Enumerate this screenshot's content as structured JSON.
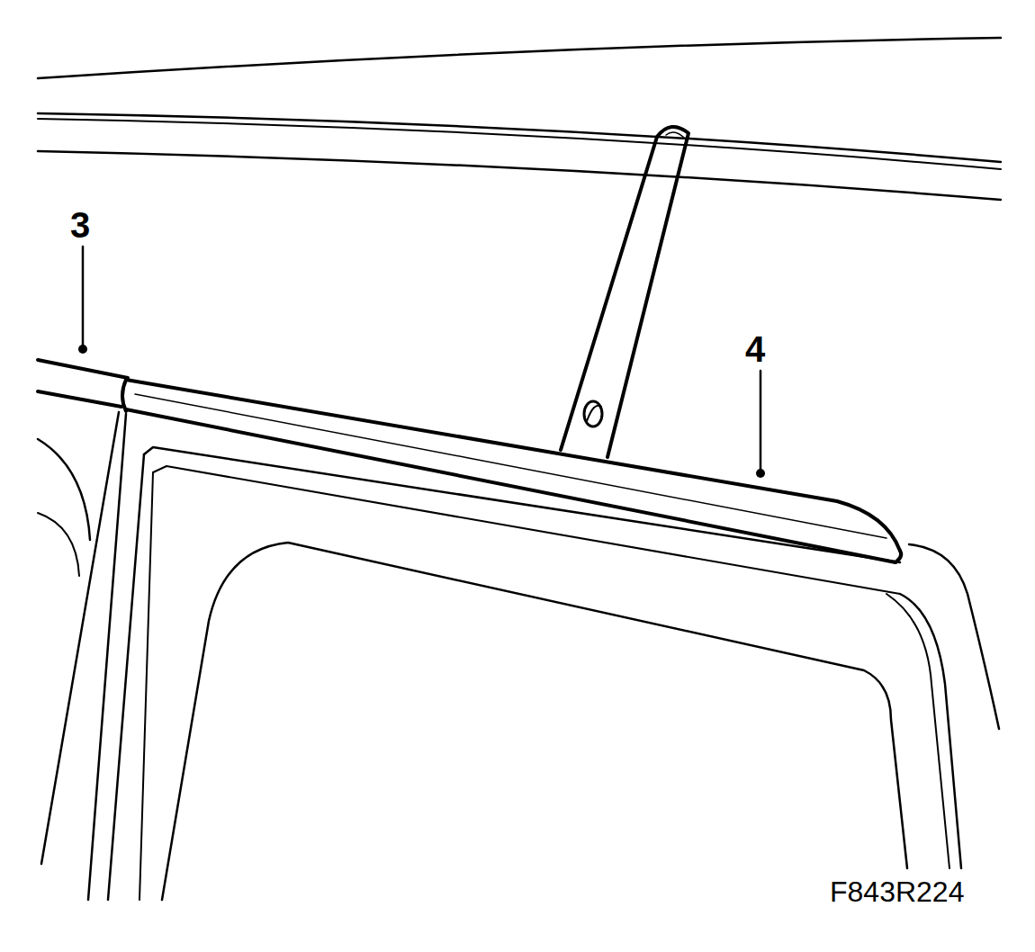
{
  "diagram": {
    "labels": [
      "3",
      "4",
      "F843R224"
    ]
  }
}
